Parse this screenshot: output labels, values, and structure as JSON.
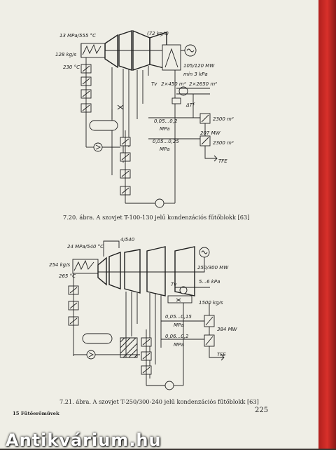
{
  "page_number": "225",
  "footer": "15 Fűtőerőművek",
  "watermark": "Antikvárium.hu",
  "figure_1": {
    "caption": "7.20. ábra. A szovjet T-100-130 jelű kondenzációs fűtőblokk [63]",
    "labels": {
      "steam": "13 MPa/555 °C",
      "flow_top": "(72 kg/s)",
      "flow_left": "128 kg/s",
      "temp_left": "230 °C",
      "power": "105/120 MW",
      "pressure": "min 3 kPa",
      "tv": "Tv",
      "area1": "2×450 m²",
      "area2": "2×2650 m²",
      "dt": "ΔTf",
      "p1": "0,05...0,2",
      "p1_unit": "MPa",
      "area3": "2300 m²",
      "power2": "207 MW",
      "p2": "0,05...0,25",
      "p2_unit": "MPa",
      "area4": "2300 m²",
      "tff": "TFE"
    }
  },
  "figure_2": {
    "caption": "7.21. ábra. A szovjet T-250/300-240 jelű kondenzációs fűtőblokk [63]",
    "labels": {
      "steam": "24 MPa/540 °C",
      "reheat": "4/540",
      "flow_left": "254 kg/s",
      "temp_left": "265 °C",
      "power": "250/300 MW",
      "tv": "Tv",
      "pressure": "5...6 kPa",
      "flow_right": "1500 kg/s",
      "p1": "0,05...0,15",
      "p1_unit": "MPa",
      "power2": "384 MW",
      "p2": "0,06...0,2",
      "p2_unit": "MPa",
      "tff": "TFE"
    }
  }
}
